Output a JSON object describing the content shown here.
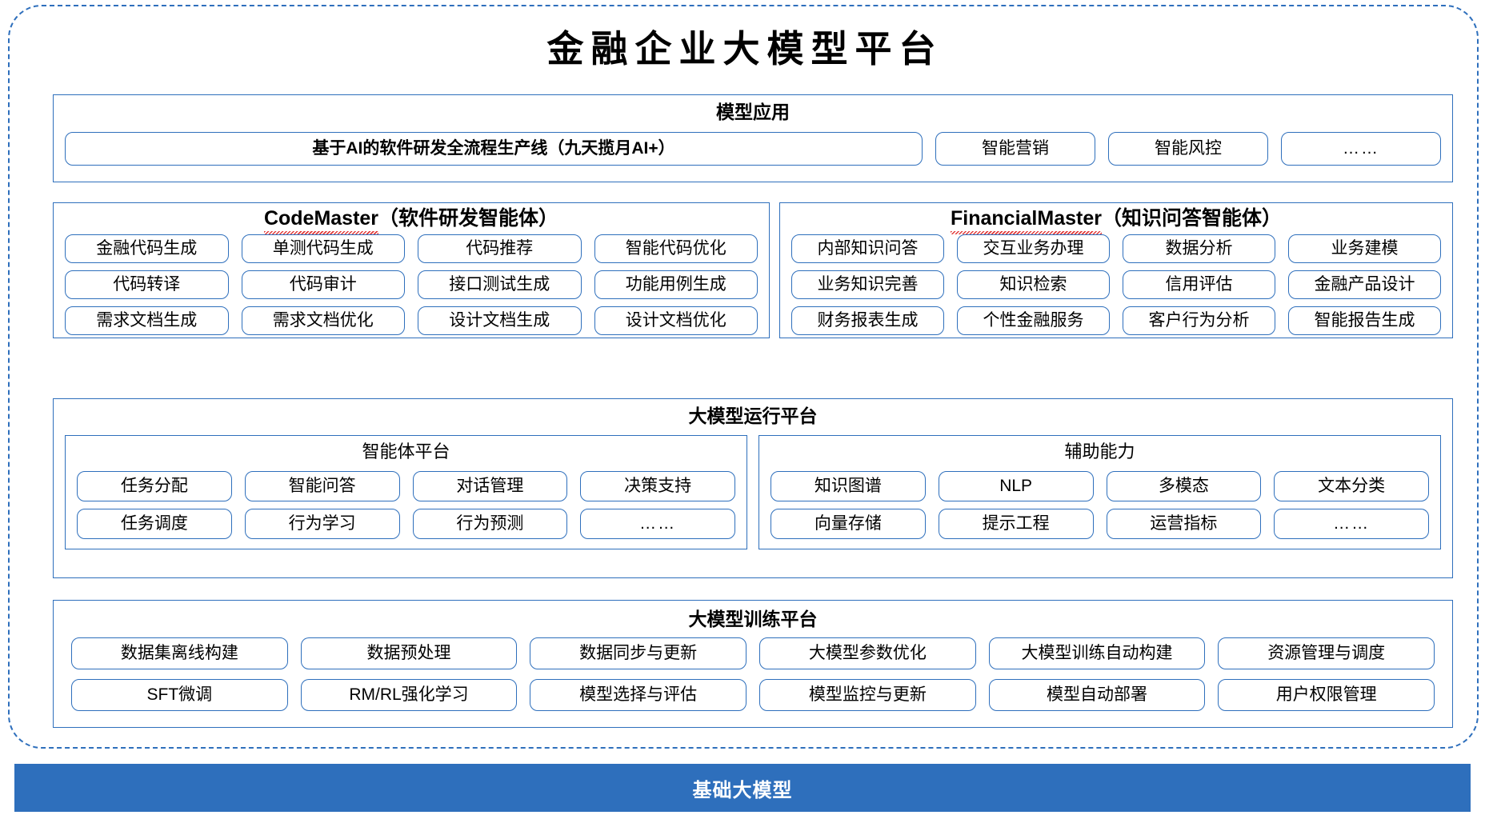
{
  "title": "金融企业大模型平台",
  "sections": {
    "application": {
      "title": "模型应用",
      "primary": "基于AI的软件研发全流程生产线（九天揽月AI+）",
      "items": [
        "智能营销",
        "智能风控",
        "……"
      ]
    },
    "code_master": {
      "name": "CodeMaster",
      "suffix": "（软件研发智能体）",
      "rows": [
        [
          "金融代码生成",
          "单测代码生成",
          "代码推荐",
          "智能代码优化"
        ],
        [
          "代码转译",
          "代码审计",
          "接口测试生成",
          "功能用例生成"
        ],
        [
          "需求文档生成",
          "需求文档优化",
          "设计文档生成",
          "设计文档优化"
        ]
      ]
    },
    "financial_master": {
      "name": "FinancialMaster",
      "suffix": "（知识问答智能体）",
      "rows": [
        [
          "内部知识问答",
          "交互业务办理",
          "数据分析",
          "业务建模"
        ],
        [
          "业务知识完善",
          "知识检索",
          "信用评估",
          "金融产品设计"
        ],
        [
          "财务报表生成",
          "个性金融服务",
          "客户行为分析",
          "智能报告生成"
        ]
      ]
    },
    "runtime": {
      "title": "大模型运行平台",
      "agent_platform": {
        "title": "智能体平台",
        "rows": [
          [
            "任务分配",
            "智能问答",
            "对话管理",
            "决策支持"
          ],
          [
            "任务调度",
            "行为学习",
            "行为预测",
            "……"
          ]
        ]
      },
      "support": {
        "title": "辅助能力",
        "rows": [
          [
            "知识图谱",
            "NLP",
            "多模态",
            "文本分类"
          ],
          [
            "向量存储",
            "提示工程",
            "运营指标",
            "……"
          ]
        ]
      }
    },
    "training": {
      "title": "大模型训练平台",
      "rows": [
        [
          "数据集离线构建",
          "数据预处理",
          "数据同步与更新",
          "大模型参数优化",
          "大模型训练自动构建",
          "资源管理与调度"
        ],
        [
          "SFT微调",
          "RM/RL强化学习",
          "模型选择与评估",
          "模型监控与更新",
          "模型自动部署",
          "用户权限管理"
        ]
      ]
    },
    "base": {
      "label": "基础大模型"
    }
  },
  "colors": {
    "accent": "#2E6FBC",
    "border": "#2E6FBC",
    "base_bar_bg": "#2E6FBC",
    "base_bar_text": "#FFFFFF",
    "text": "#000000",
    "spellcheck": "#E03030"
  }
}
